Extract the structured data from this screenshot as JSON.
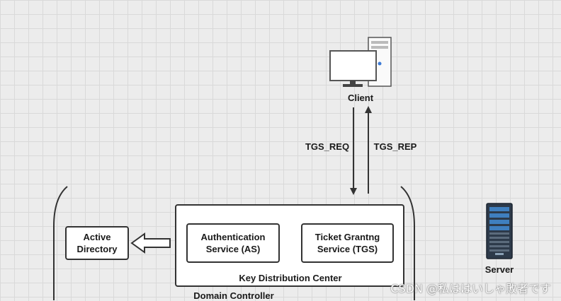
{
  "client": {
    "label": "Client"
  },
  "messages": {
    "request": "TGS_REQ",
    "reply": "TGS_REP"
  },
  "kdc": {
    "label": "Key Distribution Center",
    "as": {
      "line1": "Authentication",
      "line2": "Service (AS)"
    },
    "tgs": {
      "line1": "Ticket Grantng",
      "line2": "Service (TGS)"
    }
  },
  "active_directory": {
    "line1": "Active",
    "line2": "Directory"
  },
  "domain_controller": {
    "label": "Domain Controller"
  },
  "server": {
    "label": "Server"
  },
  "watermark": "CSDN @私ははいしゃ敗者です"
}
